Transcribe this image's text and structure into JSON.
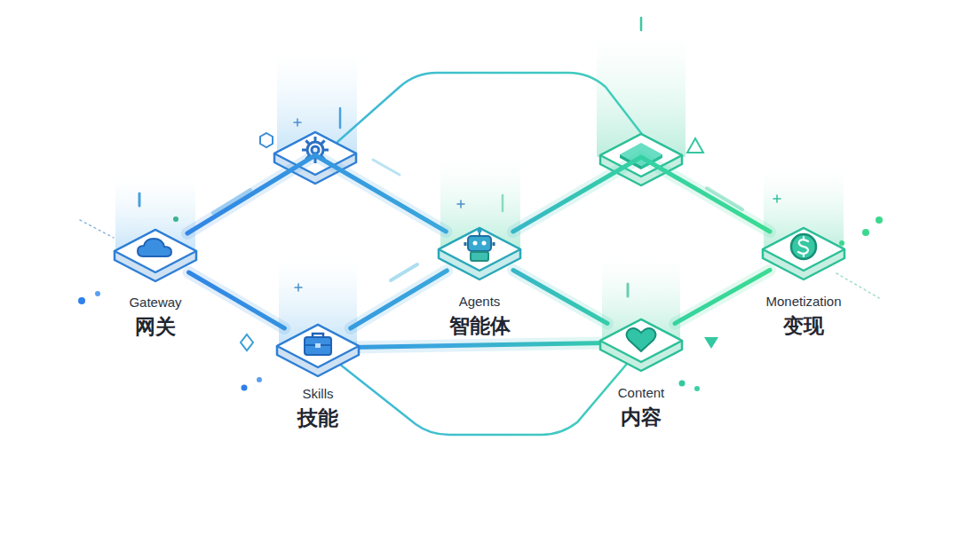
{
  "diagram": {
    "nodes": [
      {
        "text": [
          "Gateway",
          "网关"
        ]
      },
      {
        "text": [
          "Skills",
          "技能"
        ]
      },
      {
        "text": [
          "Agents",
          "智能体"
        ]
      },
      {
        "text": [
          "Content",
          "内容"
        ]
      },
      {
        "text": [
          "Monetization",
          "变现"
        ]
      }
    ],
    "edges": [
      {
        "from": 0,
        "to": 2,
        "arrow": "none"
      },
      {
        "from": 0,
        "to": 1,
        "arrow": "none"
      },
      {
        "from": 1,
        "to": 2,
        "arrow": "none"
      },
      {
        "from": 2,
        "to": 3,
        "arrow": "none"
      },
      {
        "from": 2,
        "to": 4,
        "arrow": "none"
      },
      {
        "from": 3,
        "to": 4,
        "arrow": "none"
      },
      {
        "from": 1,
        "to": 3,
        "arrow": "none"
      }
    ]
  }
}
